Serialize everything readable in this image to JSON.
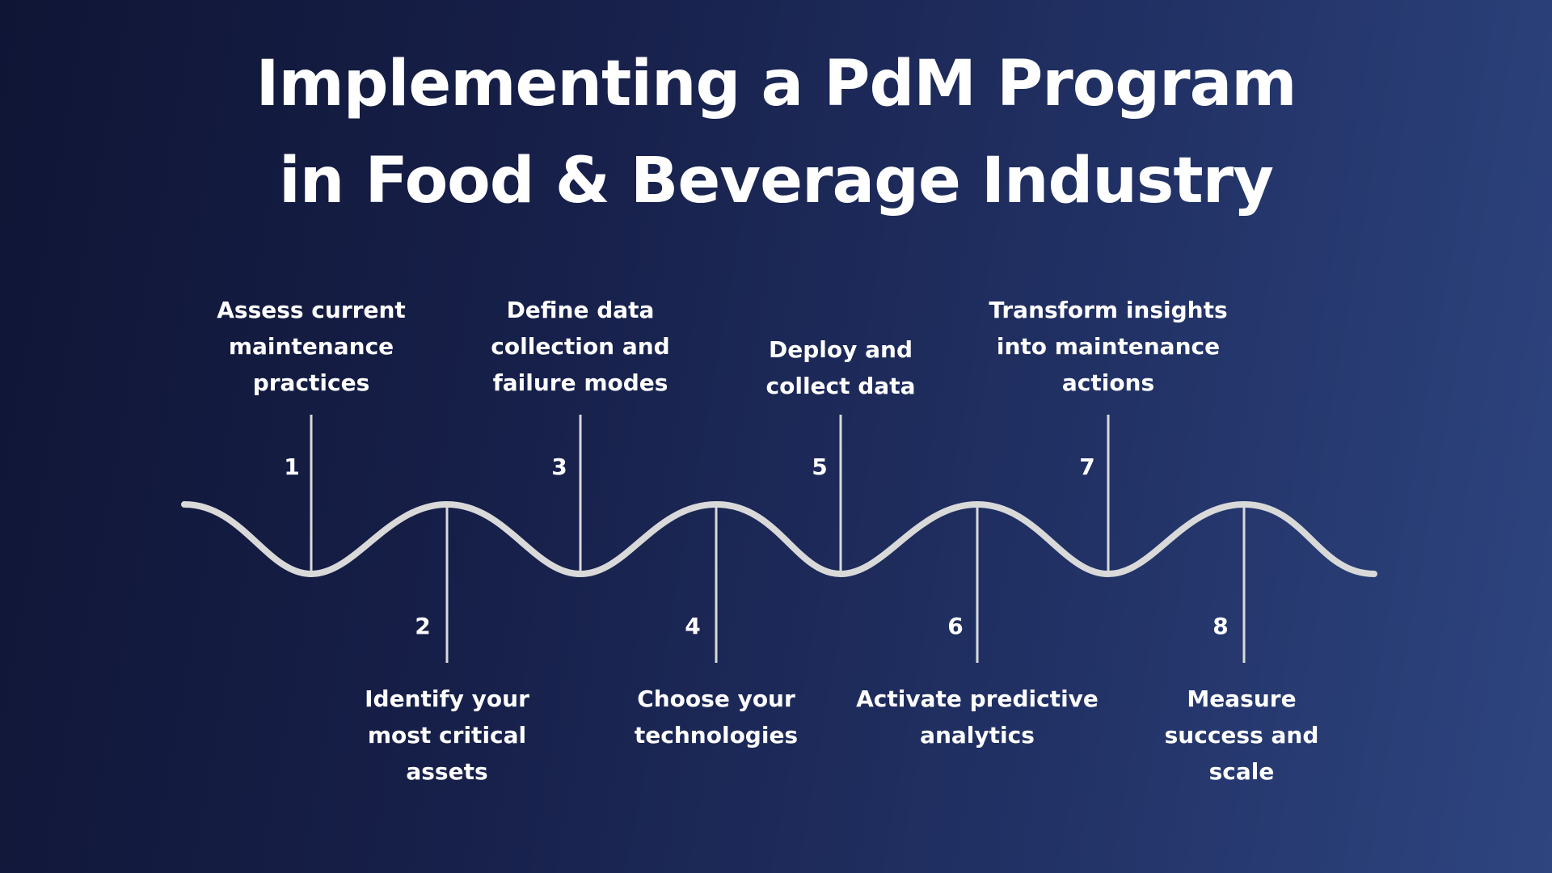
{
  "title": {
    "line1": "Implementing a PdM Program",
    "line2": "in Food & Beverage Industry"
  },
  "steps": [
    {
      "number": "1",
      "label": "Assess current\nmaintenance\npractices"
    },
    {
      "number": "2",
      "label": "Identify your\nmost critical\nassets"
    },
    {
      "number": "3",
      "label": "Define data\ncollection and\nfailure modes"
    },
    {
      "number": "4",
      "label": "Choose your\ntechnologies"
    },
    {
      "number": "5",
      "label": "Deploy and\ncollect data"
    },
    {
      "number": "6",
      "label": "Activate predictive\nanalytics"
    },
    {
      "number": "7",
      "label": "Transform insights\ninto maintenance\nactions"
    },
    {
      "number": "8",
      "label": "Measure\nsuccess and\nscale"
    }
  ],
  "colors": {
    "background_start": "#0f1535",
    "background_end": "#2e4580",
    "text": "#ffffff",
    "wave": "#d9d9d9"
  }
}
